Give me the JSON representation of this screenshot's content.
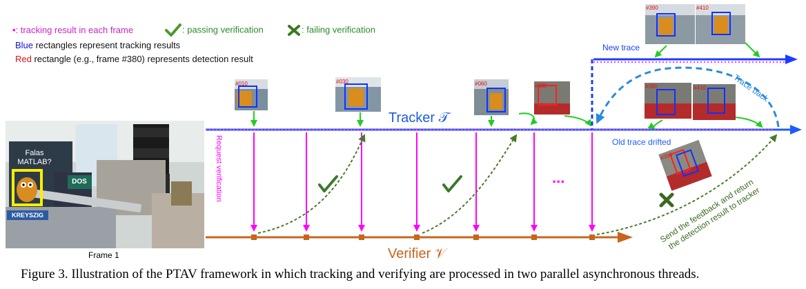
{
  "legend": {
    "tracking_marker": "•",
    "tracking_text": ": tracking result in each frame",
    "passing_text": ": passing verification",
    "failing_text": ": failing verification",
    "blue_word": "Blue",
    "blue_rest": " rectangles represent tracking results",
    "red_word": "Red",
    "red_rest": " rectangle (e.g., frame #380) represents detection result"
  },
  "labels": {
    "tracker": "Tracker 𝒯",
    "verifier": "Verifier 𝒱",
    "request_verification": "Request verification",
    "new_trace": "New trace",
    "trace_back": "Trace back",
    "old_trace_drifted": "Old trace drifted",
    "feedback_line1": "Send the feedback and return",
    "feedback_line2": "the detection result to tracker",
    "ellipsis": "...",
    "frame1": "Frame 1"
  },
  "frames": {
    "f1": "#010",
    "f2": "#030",
    "f3": "#060",
    "f4": "#380",
    "f5": "#390",
    "f6": "#410",
    "f7": "#390",
    "f8": "#410",
    "f9": "#390"
  },
  "book": {
    "title_line1": "Falas",
    "title_line2": "MATLAB?",
    "dos": "DOS",
    "kreyszig": "KREYSZIG"
  },
  "caption": "Figure 3. Illustration of the PTAV framework in which tracking and verifying are processed in two parallel asynchronous threads.",
  "colors": {
    "tracker_line": "#1e5cff",
    "tracker_dots": "#ff33ff",
    "request_arrows": "#ff00ff",
    "verifier_line": "#c8641e",
    "feedback_green": "#4a7a2a",
    "bright_green": "#22cc22",
    "trace_back_blue": "#2a8adc",
    "new_trace_blue": "#1a3cff"
  }
}
